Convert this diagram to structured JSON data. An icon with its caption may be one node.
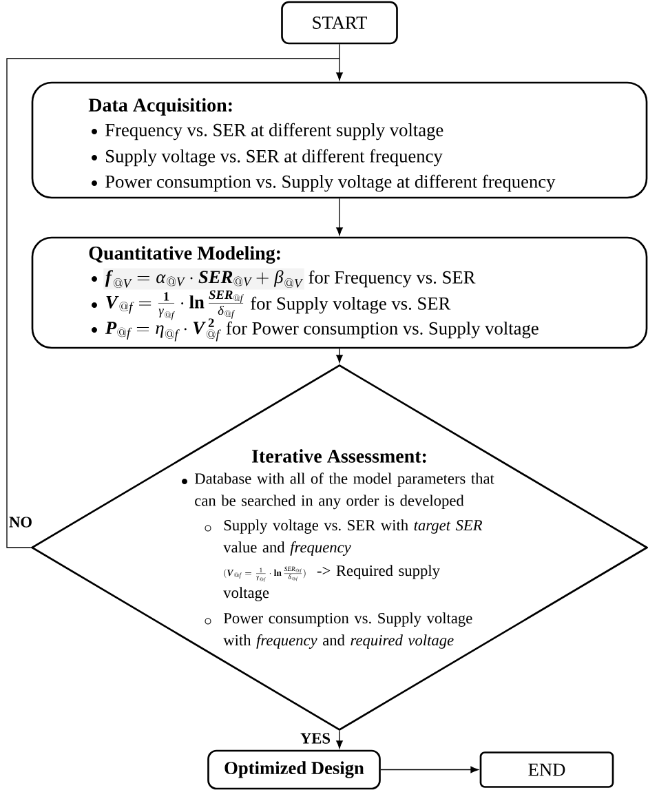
{
  "diagram": {
    "nodes": [
      {
        "text": [
          "START"
        ]
      },
      {
        "text": [
          "Data Acquisition:",
          "Frequency vs. SER at different supply voltage",
          "Supply voltage vs. SER at different frequency",
          "Power consumption vs. Supply voltage at different frequency"
        ]
      },
      {
        "text": [
          "Quantitative Modeling:",
          "\\textbf{\\textit{f}}_{@V} = \\alpha_{@V} \\cdot \\textbf{\\textit{SER}}_{@V} + \\beta_{@V}",
          "for Frequency vs. SER",
          "\\textbf{\\textit{V}}_{@f} = \\frac{\\textbf{1}}{\\gamma_{@f}} \\cdot \\textbf{ln}\\,\\frac{\\textbf{\\textit{SER}}_{@f}}{\\delta_{@f}}",
          "for Supply voltage vs. SER",
          "\\textbf{\\textit{P}}_{@f} = \\eta_{@f} \\cdot \\textbf{\\textit{V}}_{@f}^{\\,\\textbf{2}}",
          "for Power consumption vs. Supply voltage"
        ]
      },
      {
        "text": [
          "Iterative Assessment:",
          "Database with all of the model parameters that can be searched in any order is developed",
          "Supply voltage vs. SER with *target SER* value and *frequency*",
          "(\\textbf{\\textit{V}}_{@f} = \\frac{1}{\\gamma_{@f}} \\cdot \\textbf{ln}\\,\\frac{SER_{@f}}{\\delta_{@f}})",
          "->  Required supply voltage",
          "Power consumption vs. Supply voltage with *frequency* and *required voltage*"
        ]
      },
      {
        "text": [
          "Optimized Design"
        ]
      },
      {
        "text": [
          "END"
        ]
      }
    ],
    "edges": [
      {
        "from": 0,
        "to": 1,
        "arrow": "to"
      },
      {
        "from": 1,
        "to": 2,
        "arrow": "to"
      },
      {
        "from": 2,
        "to": 3,
        "arrow": "to"
      },
      {
        "from": 3,
        "to": 1,
        "arrow": "to",
        "label": "NO"
      },
      {
        "from": 3,
        "to": 4,
        "arrow": "to",
        "label": "YES"
      },
      {
        "from": 4,
        "to": 5,
        "arrow": "to"
      }
    ]
  }
}
